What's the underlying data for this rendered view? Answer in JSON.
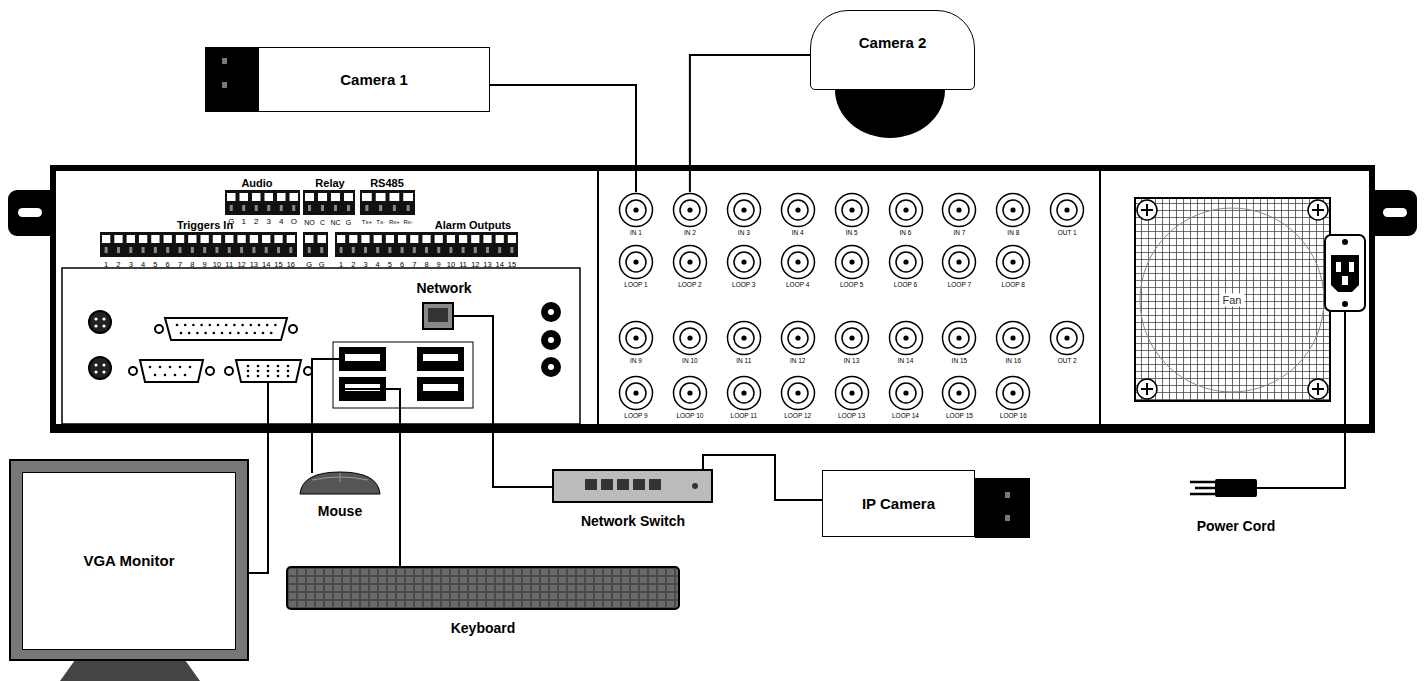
{
  "diagram": {
    "nodes": [
      {
        "text": [
          "Camera 1"
        ]
      },
      {
        "text": [
          "Camera 2"
        ]
      },
      {
        "text": [
          "IN 1"
        ]
      },
      {
        "text": [
          "IN 2"
        ]
      },
      {
        "text": [
          "IN 3"
        ]
      },
      {
        "text": [
          "IN 4"
        ]
      },
      {
        "text": [
          "IN 5"
        ]
      },
      {
        "text": [
          "IN 6"
        ]
      },
      {
        "text": [
          "IN 7"
        ]
      },
      {
        "text": [
          "IN 8"
        ]
      },
      {
        "text": [
          "OUT 1"
        ]
      },
      {
        "text": [
          "LOOP 1"
        ]
      },
      {
        "text": [
          "LOOP 2"
        ]
      },
      {
        "text": [
          "LOOP 3"
        ]
      },
      {
        "text": [
          "LOOP 4"
        ]
      },
      {
        "text": [
          "LOOP 5"
        ]
      },
      {
        "text": [
          "LOOP 6"
        ]
      },
      {
        "text": [
          "LOOP 7"
        ]
      },
      {
        "text": [
          "LOOP 8"
        ]
      },
      {
        "text": [
          "IN 9"
        ]
      },
      {
        "text": [
          "IN 10"
        ]
      },
      {
        "text": [
          "IN 11"
        ]
      },
      {
        "text": [
          "IN 12"
        ]
      },
      {
        "text": [
          "IN 13"
        ]
      },
      {
        "text": [
          "IN 14"
        ]
      },
      {
        "text": [
          "IN 15"
        ]
      },
      {
        "text": [
          "IN 16"
        ]
      },
      {
        "text": [
          "OUT 2"
        ]
      },
      {
        "text": [
          "LOOP 9"
        ]
      },
      {
        "text": [
          "LOOP 10"
        ]
      },
      {
        "text": [
          "LOOP 11"
        ]
      },
      {
        "text": [
          "LOOP 12"
        ]
      },
      {
        "text": [
          "LOOP 13"
        ]
      },
      {
        "text": [
          "LOOP 14"
        ]
      },
      {
        "text": [
          "LOOP 15"
        ]
      },
      {
        "text": [
          "LOOP 16"
        ]
      },
      {
        "text": [
          "Network"
        ]
      },
      {
        "text": [
          "VGA Monitor"
        ]
      },
      {
        "text": [
          "Mouse"
        ]
      },
      {
        "text": [
          "Network Switch"
        ]
      },
      {
        "text": [
          "IP Camera"
        ]
      },
      {
        "text": [
          "Power Cord"
        ]
      },
      {
        "text": [
          "Keyboard"
        ]
      }
    ],
    "edges": [
      {
        "from": 0,
        "to": 2,
        "arrow": "none"
      },
      {
        "from": 1,
        "to": 3,
        "arrow": "none"
      },
      {
        "from": 36,
        "to": 39,
        "arrow": "none"
      },
      {
        "from": 39,
        "to": 40,
        "arrow": "none"
      }
    ],
    "labels": [
      "Audio",
      "Relay",
      "RS485",
      "Triggers In",
      "Alarm Outputs",
      "Fan",
      "G",
      "1",
      "2",
      "3",
      "4",
      "O",
      "NO",
      "C",
      "NC",
      "G",
      "Tx+",
      "Tx-",
      "Rx+",
      "Rx-",
      "1",
      "2",
      "3",
      "4",
      "5",
      "6",
      "7",
      "8",
      "9",
      "10",
      "11",
      "12",
      "13",
      "14",
      "15",
      "16",
      "G",
      "G",
      "1",
      "2",
      "3",
      "4",
      "5",
      "6",
      "7",
      "8",
      "9",
      "10",
      "11",
      "12",
      "13",
      "14",
      "15"
    ]
  }
}
